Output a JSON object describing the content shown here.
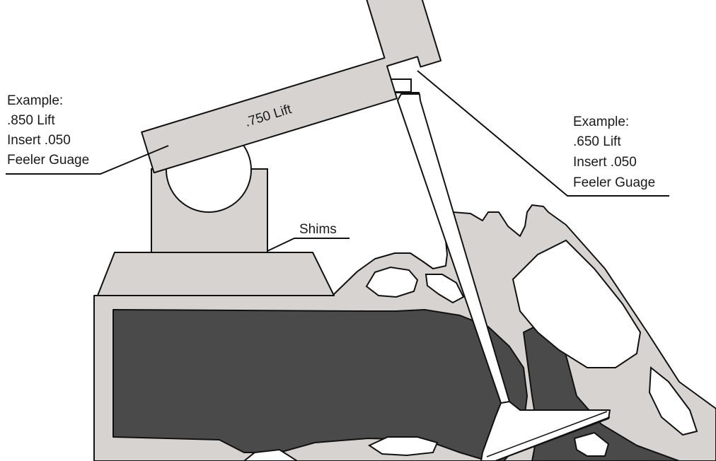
{
  "colors": {
    "background": "#ffffff",
    "metal": "#d6d3d1",
    "port": "#4a4a4a",
    "water": "#ffffff",
    "stroke": "#111111"
  },
  "labels": {
    "left_callout": [
      ".850 Lift",
      "Insert .050",
      "Feeler Guage"
    ],
    "left_callout_title": "Example:",
    "right_callout_title": "Example:",
    "right_callout": [
      ".650 Lift",
      "Insert .050",
      "Feeler Guage"
    ],
    "shims": "Shims",
    "lift_bar": ".750 Lift"
  }
}
